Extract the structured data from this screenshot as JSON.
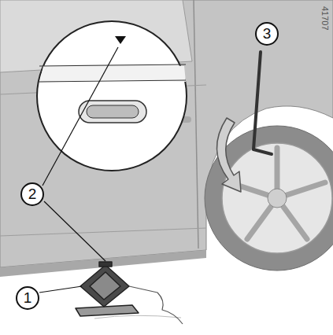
{
  "diagram": {
    "labels": [
      "1",
      "2",
      "3",
      "41707"
    ]
  }
}
